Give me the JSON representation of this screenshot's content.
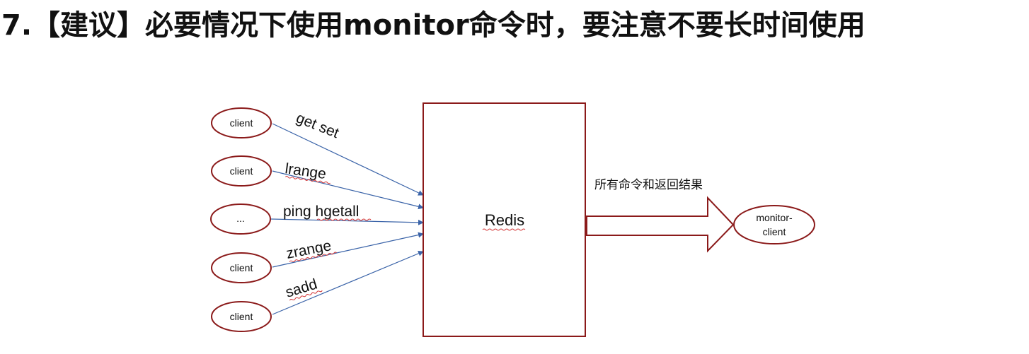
{
  "title": "7.【建议】必要情况下使用monitor命令时，要注意不要长时间使用",
  "colors": {
    "shape_stroke": "#8b1a1a",
    "arrow_line": "#3a63a8",
    "text": "#111111",
    "spell_underline": "#d33a3a"
  },
  "diagram": {
    "clients": [
      {
        "label": "client",
        "command": "get set"
      },
      {
        "label": "client",
        "command": "lrange"
      },
      {
        "label": "...",
        "command": "ping hgetall"
      },
      {
        "label": "client",
        "command": "zrange"
      },
      {
        "label": "client",
        "command": "sadd"
      }
    ],
    "server": {
      "label": "Redis"
    },
    "output_label": "所有命令和返回结果",
    "monitor_client": {
      "label_line1": "monitor-",
      "label_line2": "client"
    }
  }
}
